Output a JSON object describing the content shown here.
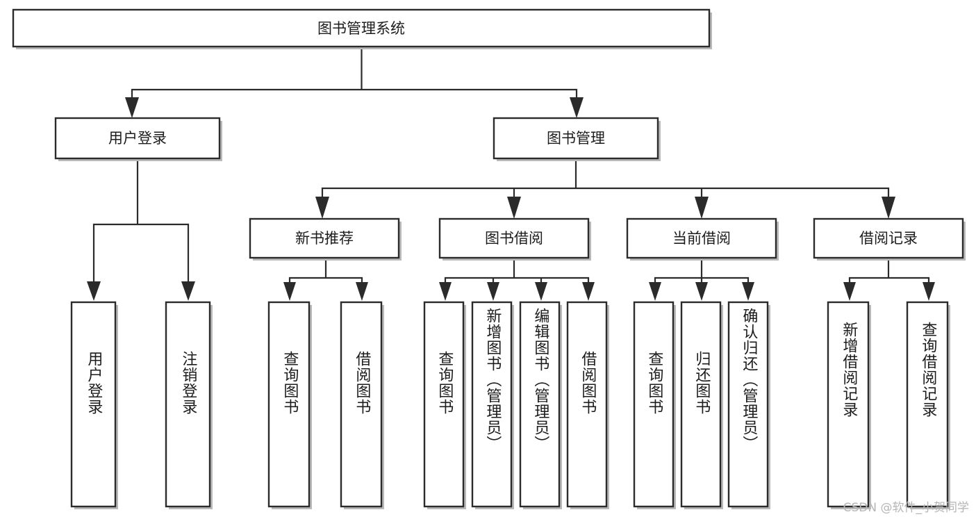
{
  "diagram": {
    "title": "图书管理系统",
    "type": "tree-hierarchy-diagram",
    "orientation": "top-down",
    "colors": {
      "box_stroke": "#2b2b2b",
      "box_fill": "#ffffff",
      "connector": "#2b2b2b",
      "background": "#ffffff",
      "watermark": "#b5b5b5"
    },
    "root": {
      "label": "图书管理系统"
    },
    "level2": [
      {
        "id": "user-login",
        "label": "用户登录"
      },
      {
        "id": "book-manage",
        "label": "图书管理"
      }
    ],
    "level3": [
      {
        "id": "new-book-recommend",
        "label": "新书推荐"
      },
      {
        "id": "book-borrow",
        "label": "图书借阅"
      },
      {
        "id": "current-borrow",
        "label": "当前借阅"
      },
      {
        "id": "borrow-record",
        "label": "借阅记录"
      }
    ],
    "leaves": {
      "user_login": [
        {
          "id": "leaf-user-login",
          "label": "用户登录"
        },
        {
          "id": "leaf-logout-login",
          "label": "注销登录"
        }
      ],
      "new_book_recommend": [
        {
          "id": "leaf-query-book-1",
          "label": "查询图书"
        },
        {
          "id": "leaf-borrow-book-1",
          "label": "借阅图书"
        }
      ],
      "book_borrow": [
        {
          "id": "leaf-query-book-2",
          "label": "查询图书"
        },
        {
          "id": "leaf-add-book",
          "label": "新增图书（管理员）"
        },
        {
          "id": "leaf-edit-book",
          "label": "编辑图书（管理员）"
        },
        {
          "id": "leaf-borrow-book-2",
          "label": "借阅图书"
        }
      ],
      "current_borrow": [
        {
          "id": "leaf-query-book-3",
          "label": "查询图书"
        },
        {
          "id": "leaf-return-book",
          "label": "归还图书"
        },
        {
          "id": "leaf-confirm-return",
          "label": "确认归还（管理员）"
        }
      ],
      "borrow_record": [
        {
          "id": "leaf-add-record",
          "label": "新增借阅记录"
        },
        {
          "id": "leaf-query-record",
          "label": "查询借阅记录"
        }
      ]
    }
  },
  "watermark": {
    "text": "CSDN @软件_小贺同学"
  }
}
